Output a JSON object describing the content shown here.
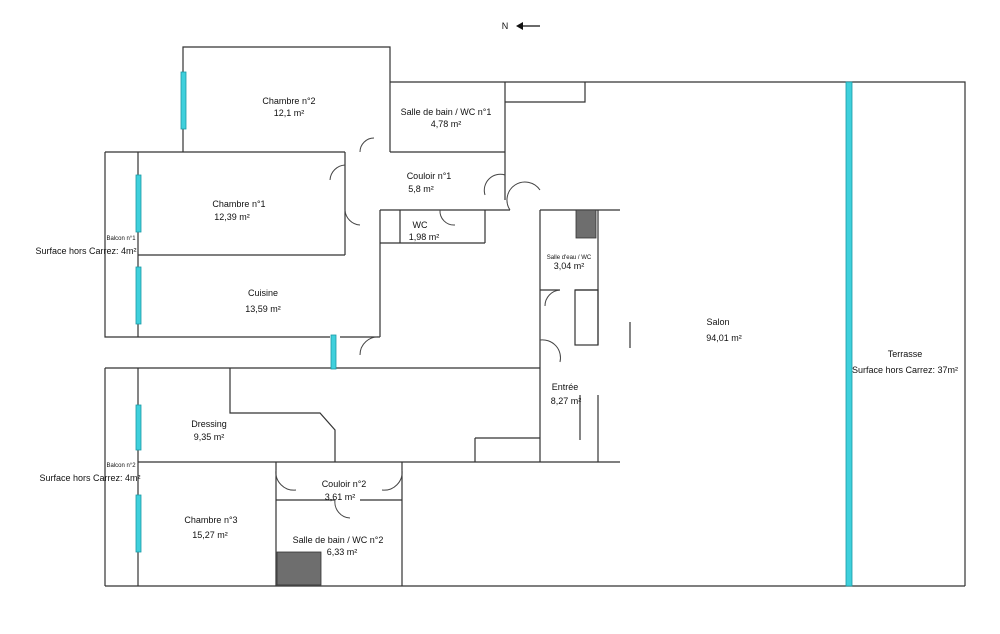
{
  "compass": {
    "label": "N"
  },
  "rooms": {
    "chambre2": {
      "name": "Chambre n°2",
      "area": "12,1  m²"
    },
    "sdb1": {
      "name": "Salle de bain / WC n°1",
      "area": "4,78  m²"
    },
    "chambre1": {
      "name": "Chambre n°1",
      "area": "12,39  m²"
    },
    "couloir1": {
      "name": "Couloir n°1",
      "area": "5,8  m²"
    },
    "wc": {
      "name": "WC",
      "area": "1,98  m²"
    },
    "cuisine": {
      "name": "Cuisine",
      "area": "13,59  m²"
    },
    "salledeau": {
      "name": "Salle d'eau / WC",
      "area": "3,04  m²"
    },
    "salon": {
      "name": "Salon",
      "area": "94,01  m²"
    },
    "entree": {
      "name": "Entrée",
      "area": "8,27  m²"
    },
    "dressing": {
      "name": "Dressing",
      "area": "9,35  m²"
    },
    "couloir2": {
      "name": "Couloir n°2",
      "area": "3,61  m²"
    },
    "chambre3": {
      "name": "Chambre n°3",
      "area": "15,27  m²"
    },
    "sdb2": {
      "name": "Salle de bain / WC n°2",
      "area": "6,33  m²"
    },
    "terrasse": {
      "name": "Terrasse",
      "area": "Surface hors Carrez: 37m²"
    }
  },
  "balconies": {
    "balcon1": {
      "name": "Balcon n°1",
      "area": "Surface hors Carrez: 4m²"
    },
    "balcon2": {
      "name": "Balcon n°2",
      "area": "Surface hors Carrez: 4m²"
    }
  },
  "colors": {
    "window": "#3fd0dc",
    "wall": "#333333",
    "shaft": "#6e6e6e"
  }
}
